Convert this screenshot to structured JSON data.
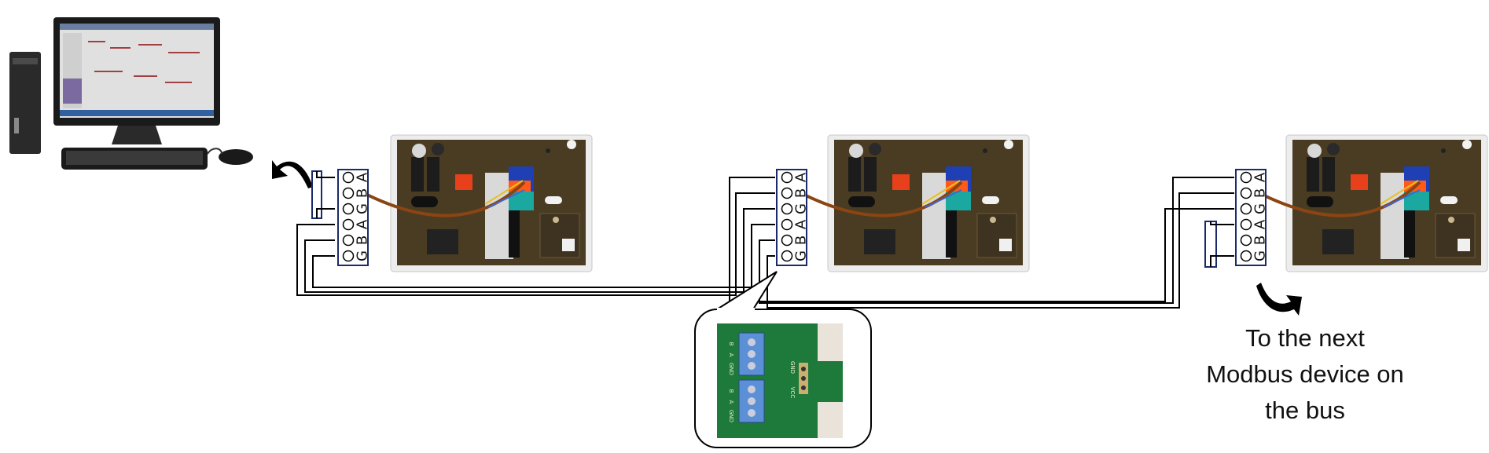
{
  "diagram": {
    "terminal_labels": [
      "A",
      "B",
      "G",
      "A",
      "B",
      "G"
    ],
    "caption_lines": [
      "To the next",
      "Modbus device on",
      "the bus"
    ],
    "inset_labels": {
      "top_b": "B",
      "top_a": "A",
      "top_gnd": "GND",
      "bottom_b": "B",
      "bottom_a": "A",
      "bottom_gnd": "GND",
      "header_gnd": "GND",
      "header_vcc": "VCC"
    },
    "colors": {
      "wire": "#000000",
      "pcb": "#4a3c22",
      "cable": "#8b4513",
      "inset_board": "#1e7a3a",
      "terminal_blue": "#5b8fd6"
    },
    "icons": [
      "desktop-computer-icon",
      "return-arrow-icon",
      "continue-arrow-icon"
    ]
  }
}
